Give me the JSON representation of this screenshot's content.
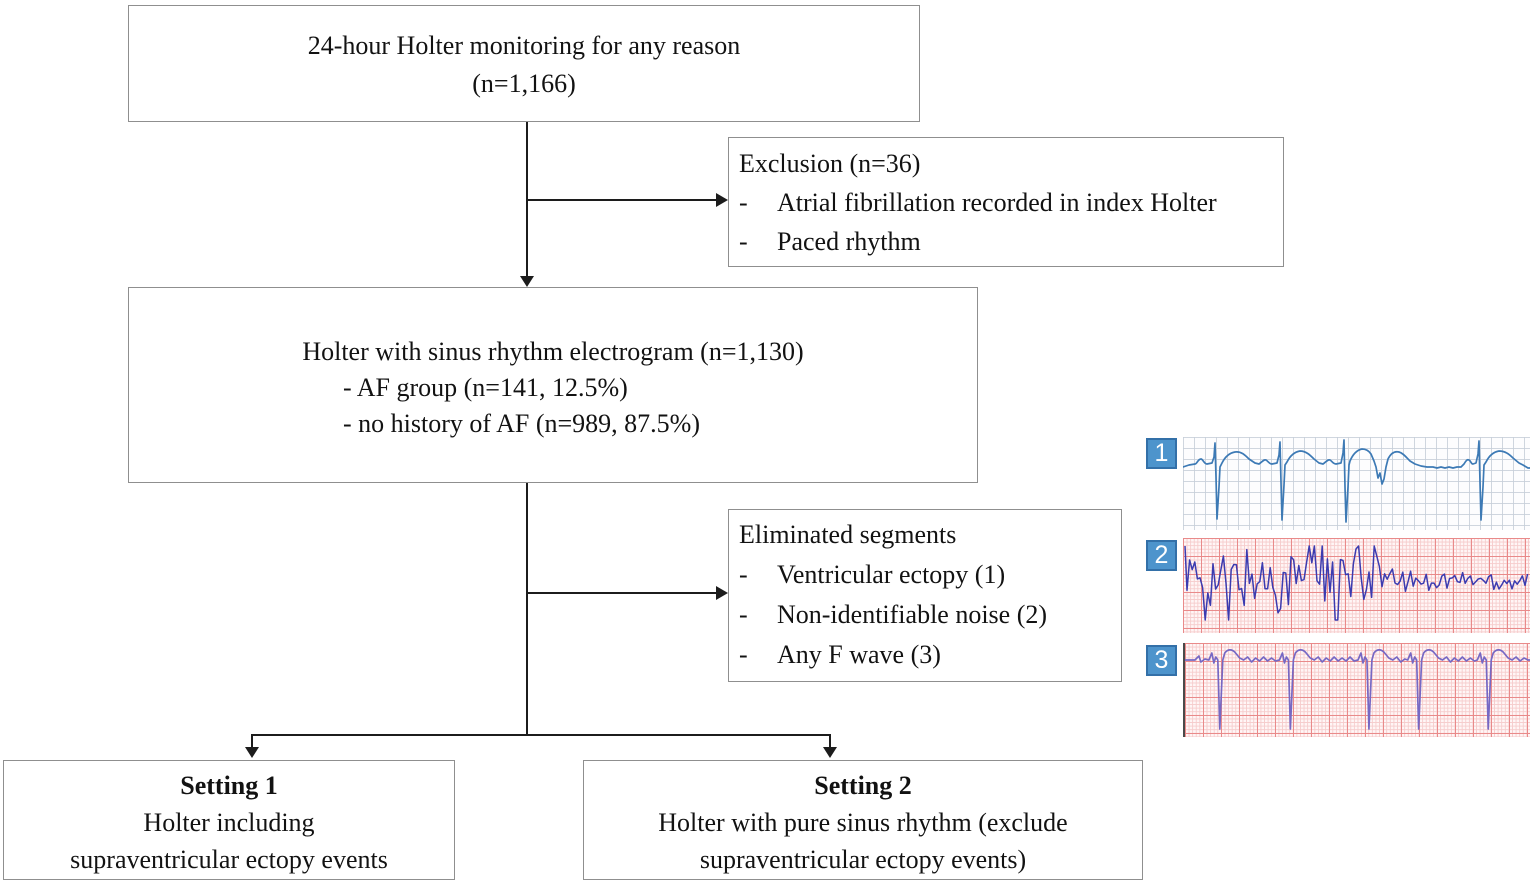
{
  "figure": {
    "bullet": "-",
    "boxes": {
      "holter_monitoring": {
        "line1": "24-hour Holter monitoring for any reason",
        "line2": "(n=1,166)"
      },
      "exclusion": {
        "title": "Exclusion (n=36)",
        "items": [
          "Atrial fibrillation recorded in index Holter",
          "Paced rhythm"
        ]
      },
      "sinus_rhythm": {
        "title": "Holter with sinus rhythm electrogram (n=1,130)",
        "items": [
          "- AF group (n=141, 12.5%)",
          "- no history of AF (n=989, 87.5%)"
        ]
      },
      "eliminated": {
        "title": "Eliminated segments",
        "items": [
          "Ventricular ectopy (1)",
          "Non-identifiable noise (2)",
          "Any F wave (3)"
        ]
      },
      "setting1": {
        "title": "Setting 1",
        "line1": "Holter including",
        "line2": "supraventricular ectopy events"
      },
      "setting2": {
        "title": "Setting 2",
        "line1": "Holter with pure sinus rhythm (exclude",
        "line2": "supraventricular ectopy events)"
      }
    },
    "ecg_strips": [
      {
        "label": "1"
      },
      {
        "label": "2"
      },
      {
        "label": "3"
      }
    ],
    "colors": {
      "strip_label_bg": "#4d94cc",
      "strip_label_border": "#3370a8",
      "ecg_sinus_trace": "#3d7ab5",
      "ecg_noise_trace": "#3b3bb0",
      "ecg_fwave_trace": "#7668c4",
      "grid_red_bold": "#e98a8a",
      "grid_red_fine": "#f6cccc",
      "grid_gray": "#c7cfd9",
      "connector": "#1c1c1c"
    }
  }
}
